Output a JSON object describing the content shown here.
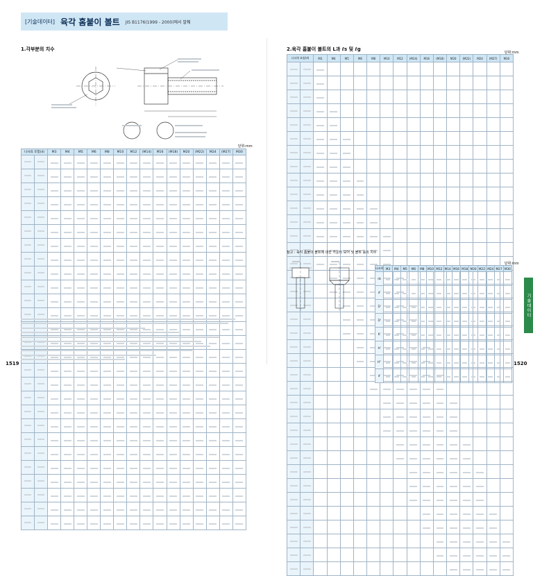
{
  "header": {
    "tag": "[기술데이터]",
    "title": "육각 홈붙이 볼트",
    "subtitle": "JIS B1176(1999 - 2000)에서 발췌"
  },
  "sections": {
    "left_title": "1.각부분의 치수",
    "right_title": "2.육각 홈붙이 볼트의 L과 ℓs 및 ℓg",
    "right_unit": "단위:mm",
    "left_table_unit": "단위:mm",
    "ref_title": "참고 : 육각 홈붙이 볼트에 대한 카운터 보어 및 볼트 홀의 치수",
    "ref_unit": "단위:mm"
  },
  "table1": {
    "header_left": "나사의 호칭(d)",
    "columns": [
      "M3",
      "M4",
      "M5",
      "M6",
      "M8",
      "M10",
      "M12",
      "(M14)",
      "M16",
      "(M18)",
      "M20",
      "(M22)",
      "M24",
      "(M27)",
      "M30"
    ],
    "row_count": 27
  },
  "table2": {
    "header_left": "나사의 호칭(d)",
    "columns": [
      "M3",
      "M4",
      "M5",
      "M6",
      "M8",
      "M10",
      "M12",
      "(M14)",
      "M16",
      "(M18)",
      "M20",
      "(M22)",
      "M24",
      "(M27)",
      "M30"
    ],
    "row_count": 37
  },
  "table3": {
    "header_left": "나사의 호칭(d)",
    "columns": [
      "M3",
      "M4",
      "M5",
      "M6",
      "M8",
      "M10",
      "M12",
      "M14",
      "M16",
      "M18",
      "M20",
      "M22",
      "M24",
      "M27",
      "M30"
    ],
    "row_labels": [
      "ds",
      "d'",
      "D'",
      "D'",
      "K'",
      "H'",
      "H''",
      "d'"
    ]
  },
  "side_tab": "기술데이터",
  "pages": {
    "left": "1519",
    "right": "1520"
  },
  "colors": {
    "header_bg": "#cfe6f5",
    "grid_line": "#9fb4c6",
    "side_tab": "#2c8a4a"
  }
}
